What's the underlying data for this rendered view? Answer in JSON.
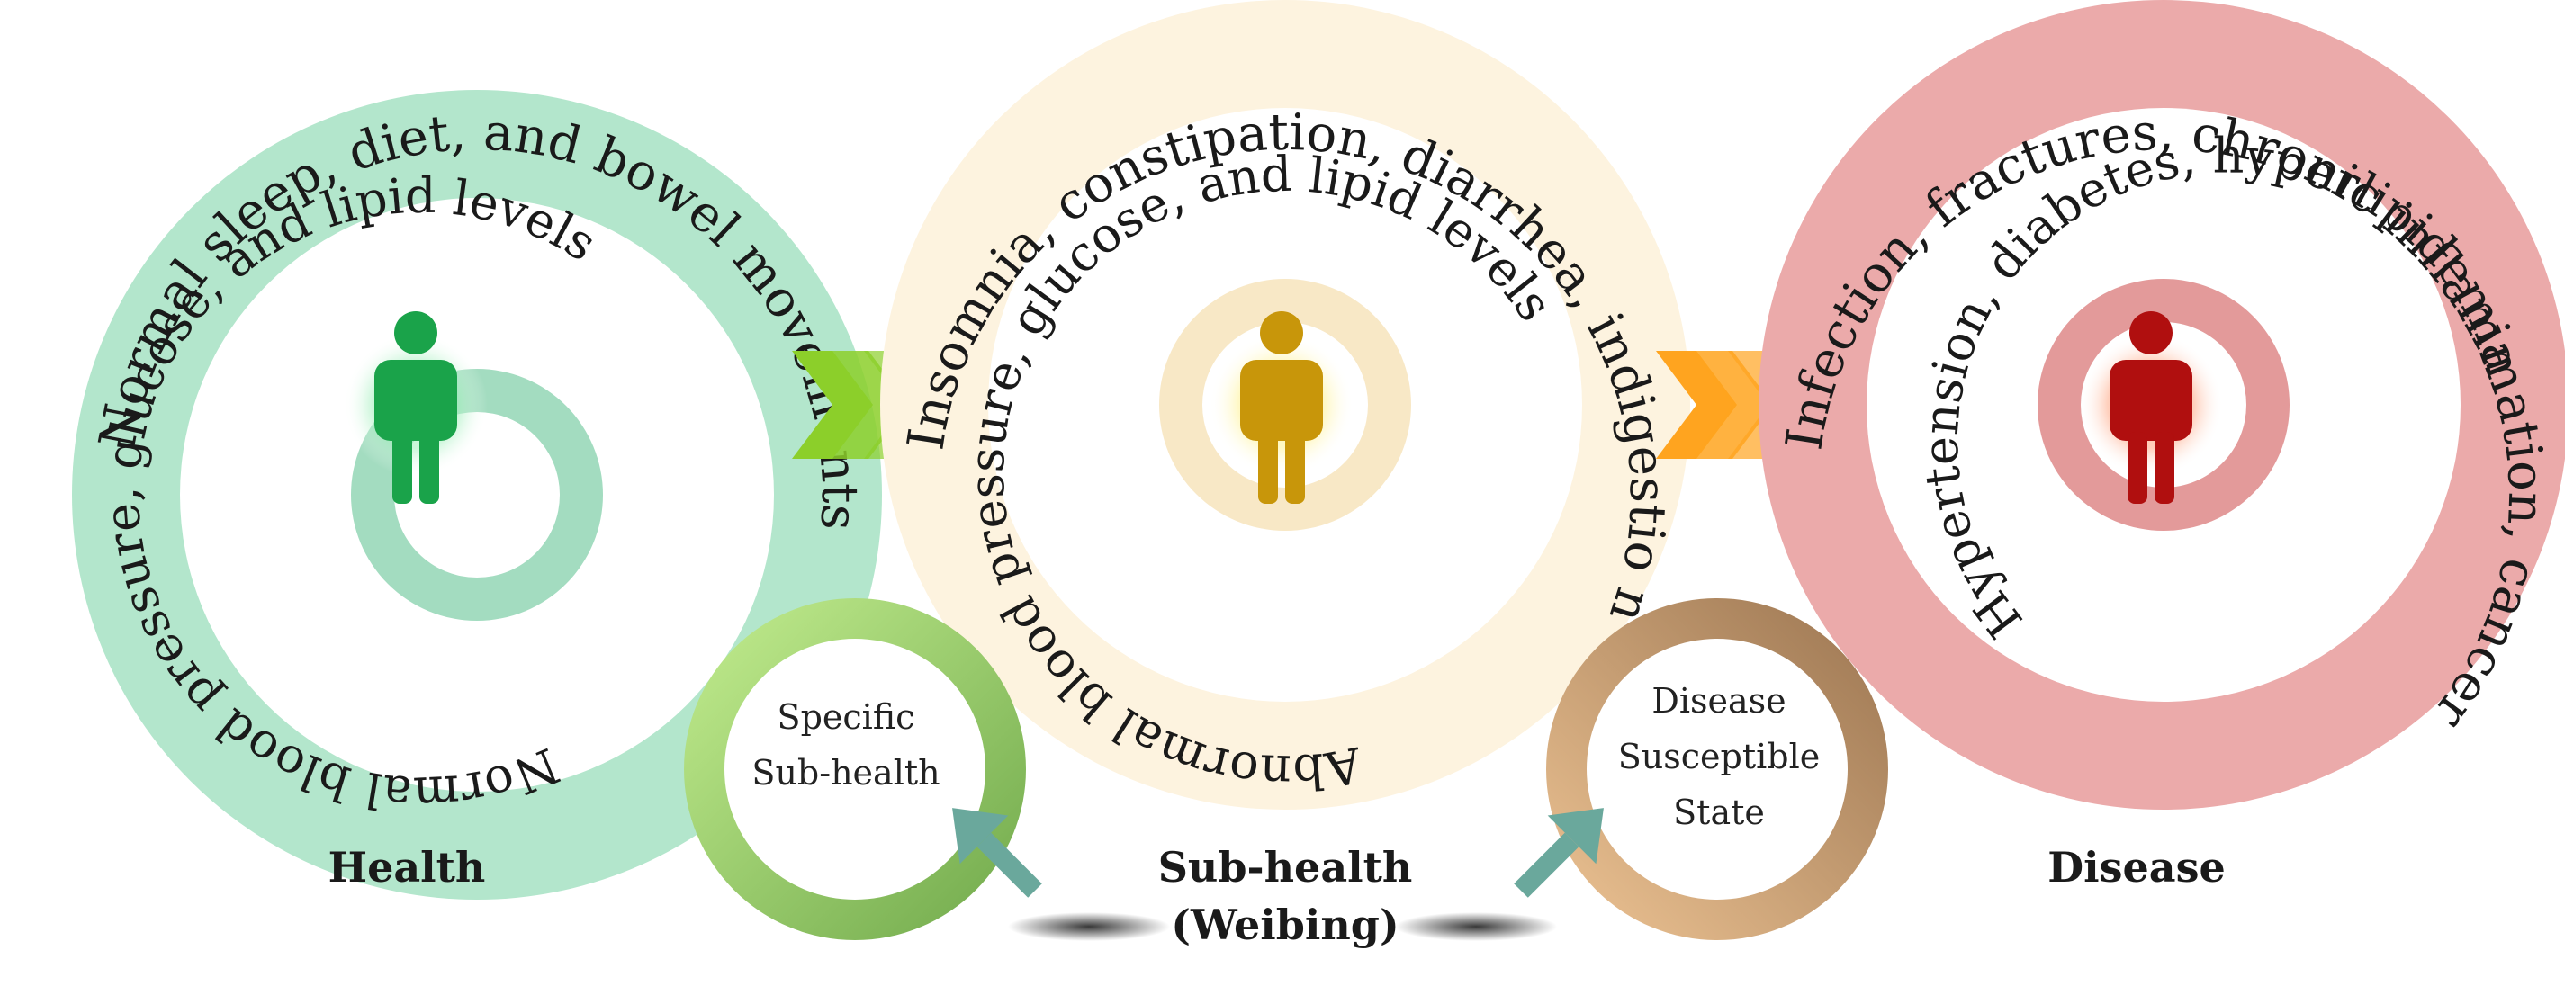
{
  "stages": [
    {
      "id": "health",
      "label": "Health",
      "outer_text": "Normal sleep, diet, and bowel movements",
      "inner_text": "Normal blood pressure, glucose, and lipid levels",
      "colors": {
        "outer": "#b3e6cc",
        "inner_ring": "#a3dcc0",
        "figure": "#1aa34a",
        "glow": "#7fe0a0"
      }
    },
    {
      "id": "subhealth",
      "label_line1": "Sub-health",
      "label_line2": "(Weibing)",
      "outer_text": "Insomnia, constipation, diarrhea, indigestio n",
      "inner_text": "Abnormal blood pressure, glucose, and lipid levels",
      "colors": {
        "outer": "#fdf3df",
        "inner_ring": "#f8e8c6",
        "figure": "#c8960a",
        "glow": "#fff07a"
      }
    },
    {
      "id": "disease",
      "label": "Disease",
      "outer_text": "Infection, fractures, chronic inflammation, cancer",
      "inner_text": "Hypertension, diabetes, hyperlipidemia",
      "colors": {
        "outer": "#ebaaaa",
        "inner_ring": "#e39a9a",
        "figure": "#b00f0f",
        "glow": "#ff7a55"
      }
    }
  ],
  "sub_states": [
    {
      "id": "specific",
      "line1": "Specific",
      "line2": "Sub-health",
      "color": "#9cd36a"
    },
    {
      "id": "susceptible",
      "line1": "Disease",
      "line2": "Susceptible",
      "line3": "State",
      "color": "#c99a6a"
    }
  ],
  "colors": {
    "chevron_green": "#8ccf2a",
    "chevron_orange": "#ffa41f",
    "teal_arrow": "#6aa89c"
  }
}
